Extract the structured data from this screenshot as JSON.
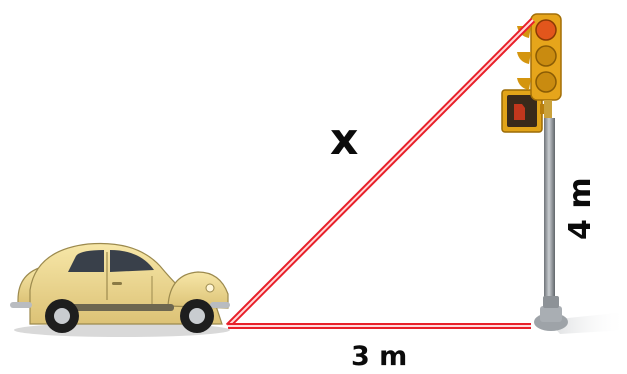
{
  "labels": {
    "hypotenuse": "x",
    "base": "3 m",
    "height": "4 m"
  },
  "objects": {
    "car": "car",
    "traffic_light": "traffic-light"
  },
  "colors": {
    "triangle": "#e8202a",
    "car_body": "#f1dd94",
    "pole": "#8e9398",
    "signal_housing": "#e6a51b"
  }
}
